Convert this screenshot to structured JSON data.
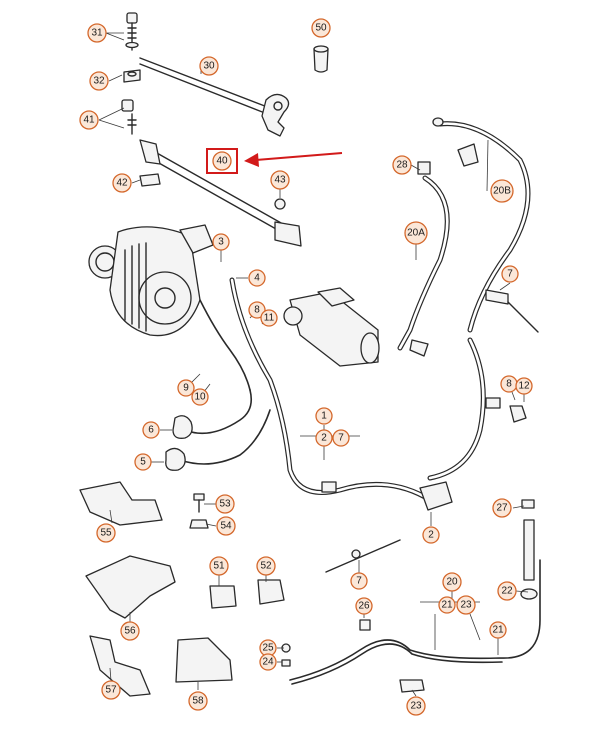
{
  "callouts": [
    {
      "id": "c31",
      "label": "31"
    },
    {
      "id": "c50",
      "label": "50"
    },
    {
      "id": "c30",
      "label": "30"
    },
    {
      "id": "c32",
      "label": "32"
    },
    {
      "id": "c41",
      "label": "41"
    },
    {
      "id": "c40",
      "label": "40"
    },
    {
      "id": "c42",
      "label": "42"
    },
    {
      "id": "c43",
      "label": "43"
    },
    {
      "id": "c28",
      "label": "28"
    },
    {
      "id": "c20B",
      "label": "20B"
    },
    {
      "id": "c20A",
      "label": "20A"
    },
    {
      "id": "c3",
      "label": "3"
    },
    {
      "id": "c4",
      "label": "4"
    },
    {
      "id": "c7a",
      "label": "7"
    },
    {
      "id": "c8a",
      "label": "8"
    },
    {
      "id": "c11",
      "label": "11"
    },
    {
      "id": "c8b",
      "label": "8"
    },
    {
      "id": "c12",
      "label": "12"
    },
    {
      "id": "c9",
      "label": "9"
    },
    {
      "id": "c10",
      "label": "10"
    },
    {
      "id": "c1",
      "label": "1"
    },
    {
      "id": "c2a",
      "label": "2"
    },
    {
      "id": "c7b",
      "label": "7"
    },
    {
      "id": "c6",
      "label": "6"
    },
    {
      "id": "c5",
      "label": "5"
    },
    {
      "id": "c53",
      "label": "53"
    },
    {
      "id": "c54",
      "label": "54"
    },
    {
      "id": "c55",
      "label": "55"
    },
    {
      "id": "c2b",
      "label": "2"
    },
    {
      "id": "c27",
      "label": "27"
    },
    {
      "id": "c7c",
      "label": "7"
    },
    {
      "id": "c51",
      "label": "51"
    },
    {
      "id": "c52",
      "label": "52"
    },
    {
      "id": "c56",
      "label": "56"
    },
    {
      "id": "c20",
      "label": "20"
    },
    {
      "id": "c21a",
      "label": "21"
    },
    {
      "id": "c23a",
      "label": "23"
    },
    {
      "id": "c22",
      "label": "22"
    },
    {
      "id": "c26",
      "label": "26"
    },
    {
      "id": "c21b",
      "label": "21"
    },
    {
      "id": "c25",
      "label": "25"
    },
    {
      "id": "c24",
      "label": "24"
    },
    {
      "id": "c57",
      "label": "57"
    },
    {
      "id": "c58",
      "label": "58"
    },
    {
      "id": "c23b",
      "label": "23"
    }
  ],
  "highlight": {
    "label": "40",
    "color": "#d21a1a"
  },
  "colors": {
    "bubble_fill": "#fbe7d8",
    "bubble_stroke": "#d4682c",
    "highlight": "#d21a1a",
    "line": "#2a2a2a"
  }
}
